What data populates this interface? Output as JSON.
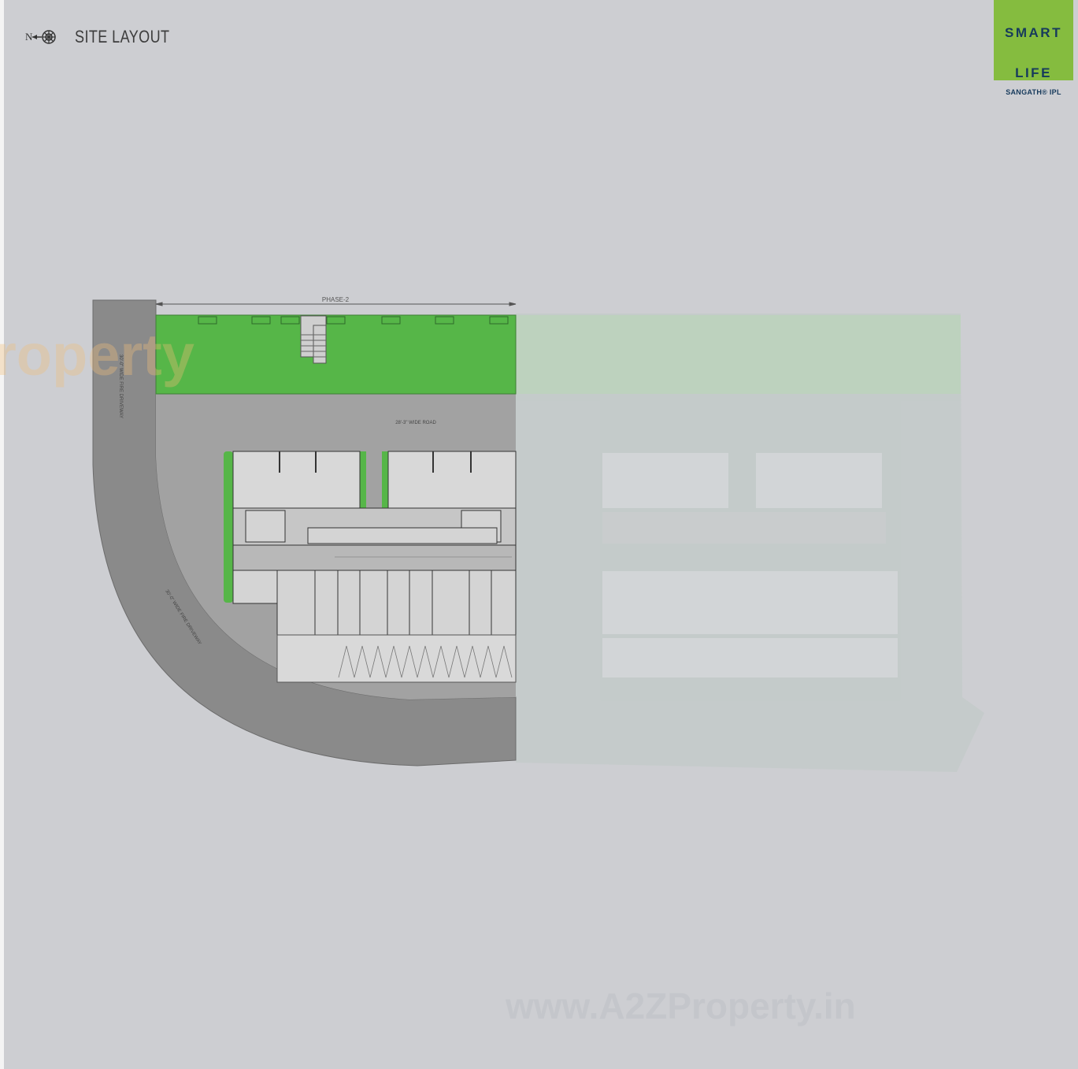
{
  "header": {
    "compass_label": "N",
    "title": "SITE LAYOUT"
  },
  "logo": {
    "line1": "SMART",
    "line2": "LIFE",
    "brand": "SANGATH® IPL",
    "bg_color": "#85bc3f",
    "text_color": "#163a5c"
  },
  "plan": {
    "phase_label": "PHASE-2",
    "road_label": "28'-3\" WIDE ROAD",
    "driveway_label_top": "30'-0\" WIDE FIRE DRIVEWAY",
    "driveway_label_curve": "30'-0\" WIDE FIRE DRIVEWAY",
    "colors": {
      "landscape": "#56b648",
      "road": "#8a8a8a",
      "site": "#a2a2a2",
      "building": "#d8d8d8"
    }
  },
  "watermarks": {
    "side": "roperty",
    "bottom": "www.A2ZProperty.in"
  }
}
